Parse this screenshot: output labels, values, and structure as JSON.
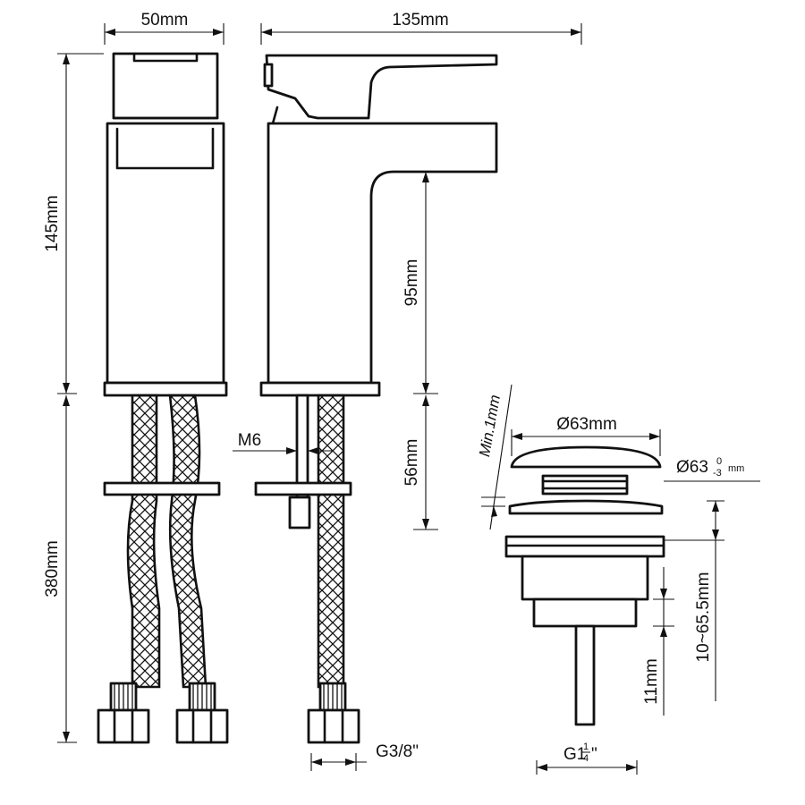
{
  "dimensions": {
    "width_front": "50mm",
    "length_side": "135mm",
    "total_height": "145mm",
    "spout_height": "95mm",
    "shank_length": "56mm",
    "hose_length": "380mm",
    "bolt_size": "M6",
    "hose_connection": "G3/8\"",
    "waste_cap_diameter": "Ø63mm",
    "waste_flange_diameter": "Ø63",
    "waste_flange_tol_upper": "0",
    "waste_flange_tol_lower": "-3",
    "waste_flange_unit": "mm",
    "min_gap": "Min.1mm",
    "waste_adjust_range": "10~65.5mm",
    "waste_thread_length": "11mm",
    "waste_thread_prefix": "G1",
    "waste_thread_num": "1",
    "waste_thread_den": "4",
    "waste_thread_suffix": "\""
  }
}
